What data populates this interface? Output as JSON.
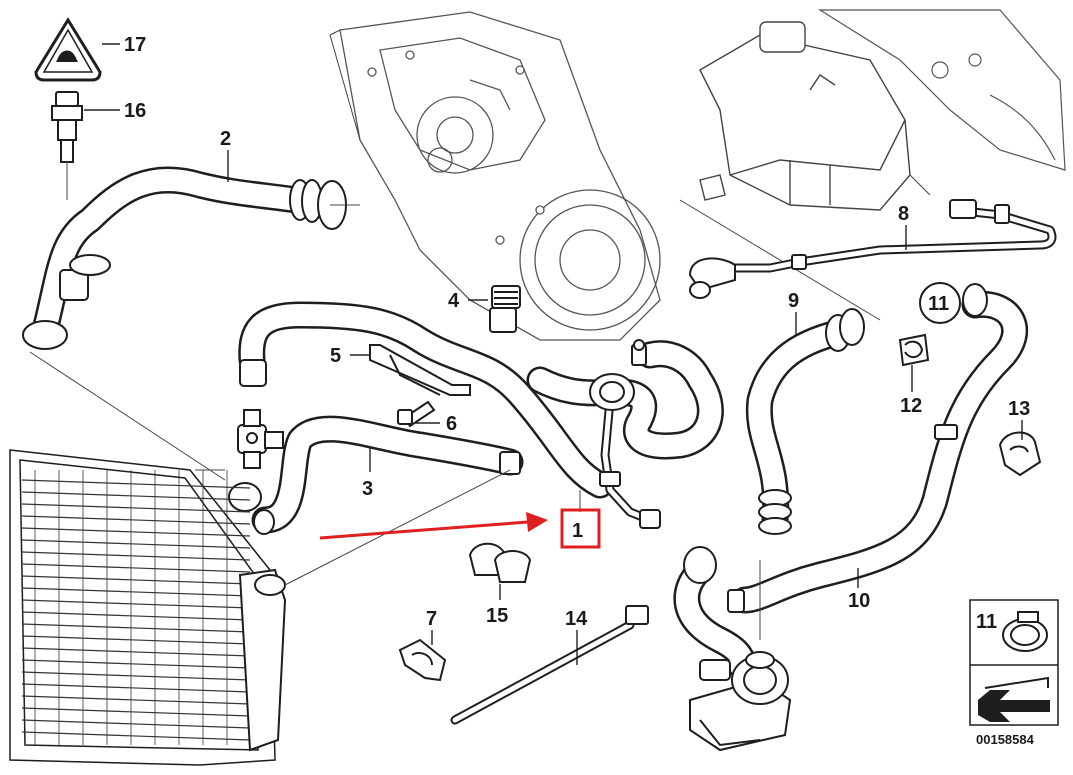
{
  "callouts": {
    "p1": "1",
    "p2": "2",
    "p3": "3",
    "p4": "4",
    "p5": "5",
    "p6": "6",
    "p7": "7",
    "p8": "8",
    "p9": "9",
    "p10": "10",
    "p11": "11",
    "p12": "12",
    "p13": "13",
    "p14": "14",
    "p15": "15",
    "p16": "16",
    "p17": "17"
  },
  "legend": {
    "part_number": "11"
  },
  "diagram_code": "00158584",
  "highlight_color": "#e02020",
  "line_color": "#1e1e1e"
}
